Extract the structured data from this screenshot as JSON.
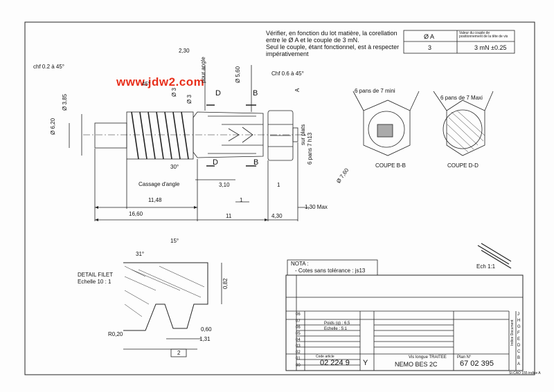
{
  "watermark": "www.jdw2.com",
  "note_text": [
    "Vérifier, en fonction du lot matière, la corellation",
    "entre le Ø A et le couple de 3 mN.",
    "Seul le couple, étant fonctionnel, est à respecter",
    "impérativement"
  ],
  "corr_table": {
    "col1_header": "Ø A",
    "col2_header": "Valeur du couple de positionnement de la tête de vis",
    "col1_value": "3",
    "col2_value": "3 mN ±0.25"
  },
  "dims": {
    "chf_left": "chf 0.2 à 45°",
    "chf_right": "Chf 0.6 à 45°",
    "d230": "2,30",
    "d6_20": "Ø 6,20",
    "d3_85": "Ø 3,85",
    "d3_a": "Ø 3",
    "d3_b": "Ø 3",
    "d5_60": "Ø 5,60",
    "angle_45": "45°",
    "angle_30": "30°",
    "cassage": "Cassage d'angle",
    "d3_10": "3,10",
    "d1_a": "1",
    "d1_b": "1",
    "d11_48": "11,48",
    "d16_60": "16,60",
    "d11": "11",
    "d4_30": "4,30",
    "d1_30": "1,30 Max",
    "hex_mini": "6 pans de 7 mini",
    "hex_maxi": "6 pans de 7 Maxi",
    "hex_vertical": "6 pans 7 h13",
    "sur_plats": "sur plats",
    "d7_60": "Ø 7,60",
    "coupe_bb": "COUPE B-B",
    "coupe_dd": "COUPE D-D",
    "sec_D": "D",
    "sec_B": "B",
    "sec_A": "A",
    "pour_angle": "pour angle"
  },
  "detail": {
    "title": "DETAIL FILET",
    "scale": "Echelle 10 : 1",
    "a31": "31°",
    "a15": "15°",
    "r020": "R0,20",
    "d082": "0,82",
    "d060": "0,60",
    "d131": "1,31",
    "box2": "2"
  },
  "ech": "Ech 1:1",
  "notes_box": {
    "title": "NOTA :",
    "line": "- Cotes sans tolérance : js13"
  },
  "title_block": {
    "designation": "Vis longue TRAITEE",
    "product": "NEMO BES 2C",
    "code_article": "02 224 9",
    "plan_label": "Plan N°",
    "plan_number": "67 02 395",
    "indice": "Y",
    "poids": "Poids (g) : 6,5",
    "echelle": "Echelle : 5:1",
    "code_label": "Code article",
    "footer": "SI.CAO 155 indice A",
    "revisions": [
      "06",
      "07",
      "06",
      "05",
      "04",
      "03",
      "02",
      "01",
      "00"
    ],
    "letters": [
      "J",
      "H",
      "G",
      "F",
      "E",
      "D",
      "C",
      "B",
      "A"
    ],
    "indice_doc": "Indice Document"
  }
}
